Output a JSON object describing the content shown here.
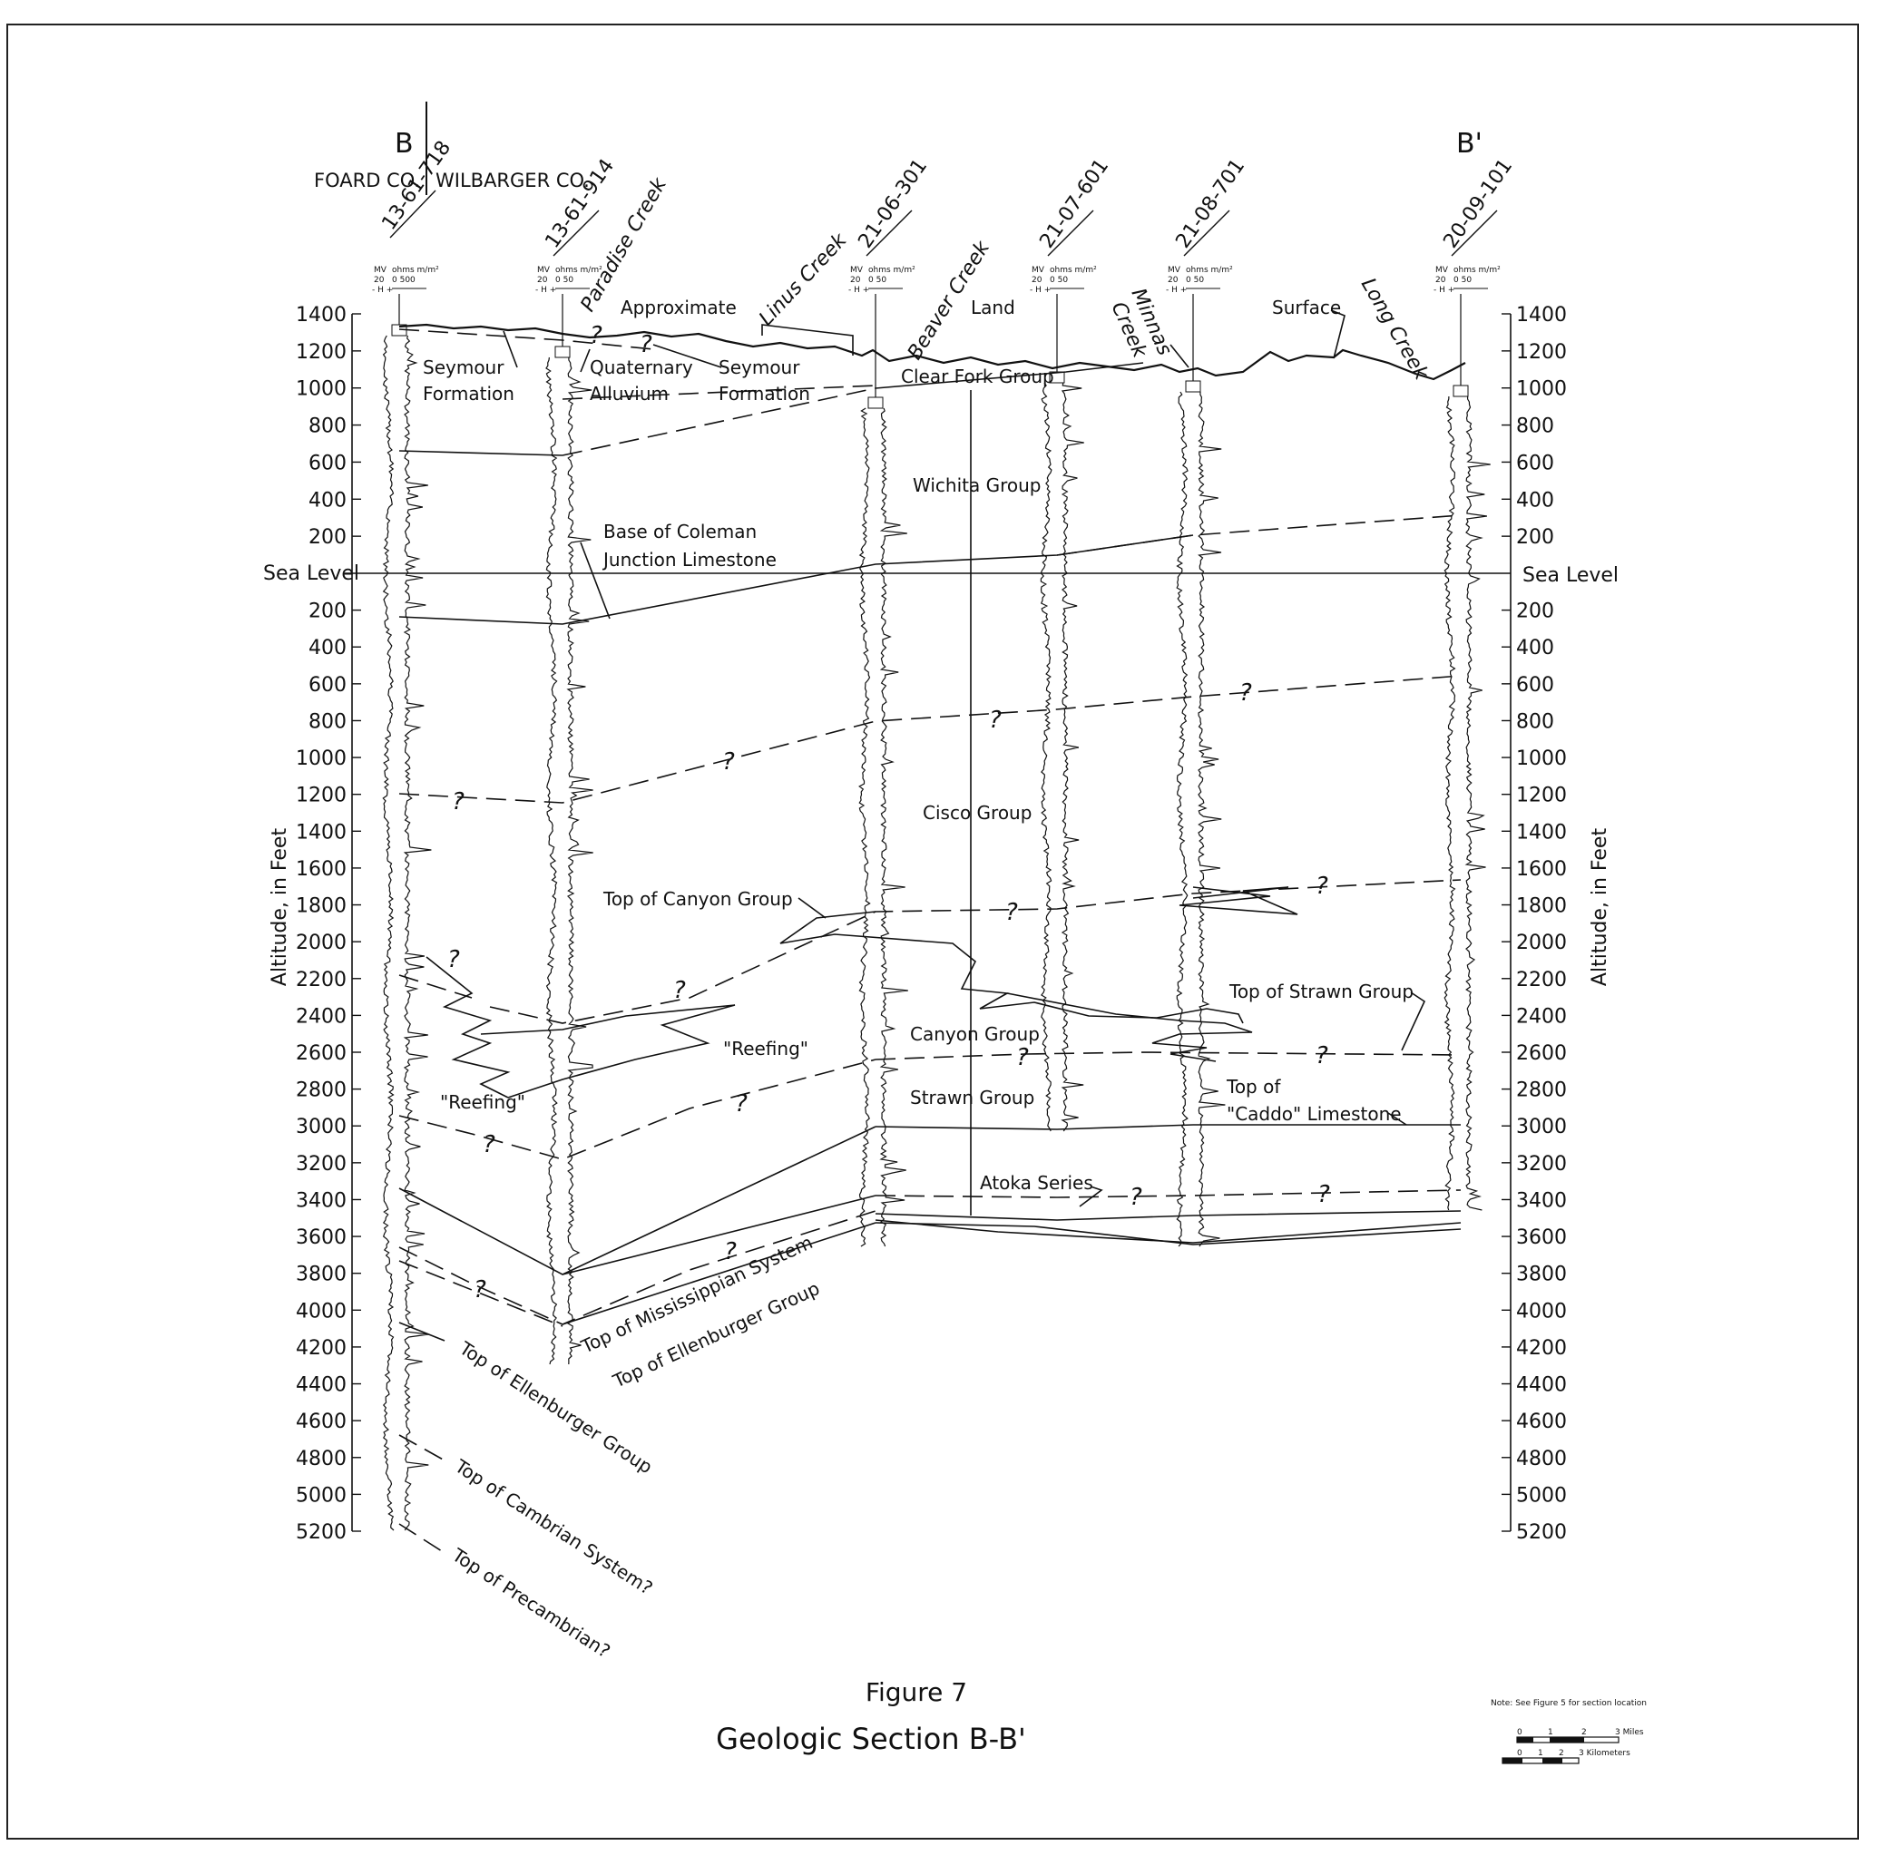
{
  "header": {
    "left_section_letter": "B",
    "right_section_letter": "B'",
    "county_left": "FOARD CO.",
    "county_right": "WILBARGER CO."
  },
  "axis": {
    "label_left": "Altitude, in Feet",
    "label_right": "Altitude, in Feet",
    "sea_level_label": "Sea Level",
    "ticks_above": [
      "1400",
      "1200",
      "1000",
      "800",
      "600",
      "400",
      "200"
    ],
    "ticks_below": [
      "200",
      "400",
      "600",
      "800",
      "1000",
      "1200",
      "1400",
      "1600",
      "1800",
      "2000",
      "2200",
      "2400",
      "2600",
      "2800",
      "3000",
      "3200",
      "3400",
      "3600",
      "3800",
      "4000",
      "4200",
      "4400",
      "4600",
      "4800",
      "5000",
      "5200"
    ]
  },
  "wells": [
    {
      "id": "13-61-718",
      "log_header": {
        "mv": "MV",
        "mv_scale": "20",
        "hplus": "- H +",
        "ohms": "ohms m/m²",
        "ohms_scale": "0   500"
      }
    },
    {
      "id": "13-61-914",
      "log_header": {
        "mv": "MV",
        "mv_scale": "20",
        "hplus": "- H +",
        "ohms": "ohms m/m²",
        "ohms_scale": "0   50"
      }
    },
    {
      "id": "21-06-301",
      "log_header": {
        "mv": "MV",
        "mv_scale": "20",
        "hplus": "- H +",
        "ohms": "ohms m/m²",
        "ohms_scale": "0   50"
      }
    },
    {
      "id": "21-07-601",
      "log_header": {
        "mv": "MV",
        "mv_scale": "20",
        "hplus": "- H +",
        "ohms": "ohms m/m²",
        "ohms_scale": "0   50"
      }
    },
    {
      "id": "21-08-701",
      "log_header": {
        "mv": "MV",
        "mv_scale": "20",
        "hplus": "- H +",
        "ohms": "ohms m/m²",
        "ohms_scale": "0   50"
      }
    },
    {
      "id": "20-09-101",
      "log_header": {
        "mv": "MV",
        "mv_scale": "20",
        "hplus": "- H +",
        "ohms": "ohms m/m²",
        "ohms_scale": "0   50"
      }
    }
  ],
  "creeks": [
    "Paradise Creek",
    "Linus Creek",
    "Beaver Creek",
    "Minnas",
    "Creek",
    "Long Creek"
  ],
  "surface_labels": [
    "Approximate",
    "Land",
    "Surface"
  ],
  "units": {
    "seymour_left": [
      "Seymour",
      "Formation"
    ],
    "quaternary": [
      "Quaternary",
      "Alluvium"
    ],
    "seymour_right": [
      "Seymour",
      "Formation"
    ],
    "clear_fork": "Clear Fork Group",
    "wichita": "Wichita Group",
    "base_coleman": [
      "Base of Coleman",
      "Junction Limestone"
    ],
    "cisco": "Cisco Group",
    "top_canyon": "Top of Canyon Group",
    "canyon": "Canyon Group",
    "reefing": "\"Reefing\"",
    "strawn": "Strawn Group",
    "top_strawn": "Top of Strawn Group",
    "top_caddo": [
      "Top of",
      "\"Caddo\" Limestone"
    ],
    "atoka": "Atoka Series",
    "top_mississippian": "Top of Mississippian System",
    "top_ellenburger_a": "Top of Ellenburger Group",
    "top_ellenburger_b": "Top of Ellenburger Group",
    "top_cambrian": "Top of Cambrian System?",
    "top_precambrian": "Top of Precambrian?",
    "question": "?"
  },
  "caption": {
    "figure": "Figure 7",
    "title": "Geologic Section B-B'"
  },
  "note": {
    "text": "Note:  See Figure 5 for section location",
    "miles_ticks": [
      "0",
      "1",
      "2",
      "3 Miles"
    ],
    "km_ticks": [
      "0",
      "1",
      "2",
      "3 Kilometers"
    ]
  }
}
